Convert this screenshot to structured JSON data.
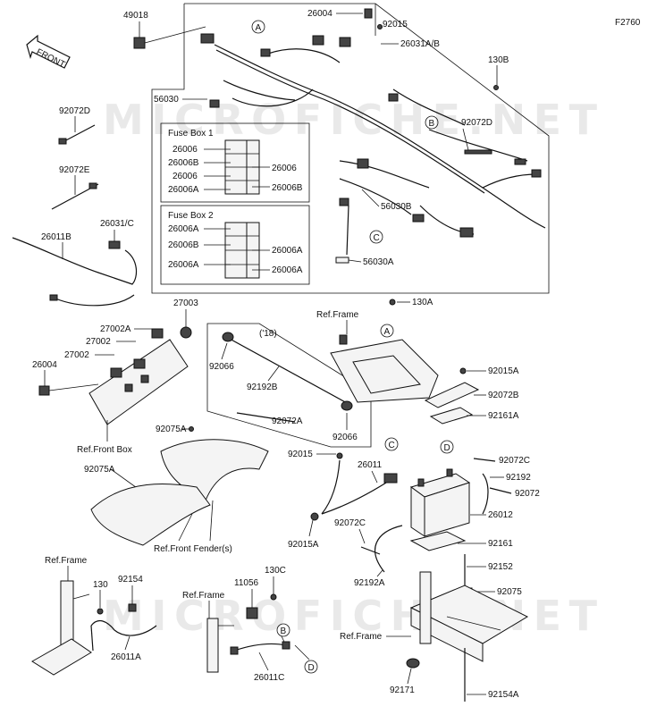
{
  "figure_code": "F2760",
  "watermarks": [
    "MICROFICHE.NET",
    "MICROFICHE.NET"
  ],
  "direction_arrow": {
    "label": "FRONT"
  },
  "callouts": [
    "A",
    "B",
    "C",
    "D"
  ],
  "fuse_boxes": [
    {
      "title": "Fuse Box 1",
      "left_labels": [
        "26006",
        "26006B",
        "26006",
        "26006A"
      ],
      "right_labels": [
        "26006",
        "26006B"
      ]
    },
    {
      "title": "Fuse Box 2",
      "left_labels": [
        "26006A",
        "26006B",
        "26006A"
      ],
      "right_labels": [
        "26006A",
        "26006A"
      ]
    }
  ],
  "year_note": "('18)",
  "parts": {
    "p49018": "49018",
    "p26004_top": "26004",
    "p92015_top": "92015",
    "p26031ab": "26031A/B",
    "p130b": "130B",
    "p56030": "56030",
    "p92072d_left": "92072D",
    "p92072d_right": "92072D",
    "p92072e": "92072E",
    "p26031c": "26031/C",
    "p26011b": "26011B",
    "p56030b": "56030B",
    "p56030a": "56030A",
    "p27003": "27003",
    "p27002a": "27002A",
    "p27002_1": "27002",
    "p27002_2": "27002",
    "p26004_left": "26004",
    "ref_front_box": "Ref.Front Box",
    "p130a": "130A",
    "ref_frame_top": "Ref.Frame",
    "p92066_a": "92066",
    "p92192b": "92192B",
    "p92072a": "92072A",
    "p92066_b": "92066",
    "p92015a_right": "92015A",
    "p92072b": "92072B",
    "p92161a": "92161A",
    "p92075a_1": "92075A",
    "p92075a_2": "92075A",
    "p92015_mid": "92015",
    "p26011": "26011",
    "p92072c_right": "92072C",
    "p92192": "92192",
    "p92072": "92072",
    "p26012": "26012",
    "ref_front_fender": "Ref.Front Fender(s)",
    "p92015a_mid": "92015A",
    "p92072c_mid": "92072C",
    "p92192a": "92192A",
    "p92161": "92161",
    "p92152": "92152",
    "ref_frame_bl": "Ref.Frame",
    "p130": "130",
    "p92154": "92154",
    "p26011a": "26011A",
    "p130c": "130C",
    "p11056": "11056",
    "ref_frame_bm": "Ref.Frame",
    "p26011c": "26011C",
    "p92075": "92075",
    "ref_frame_br": "Ref.Frame",
    "p92171": "92171",
    "p92154a": "92154A"
  }
}
